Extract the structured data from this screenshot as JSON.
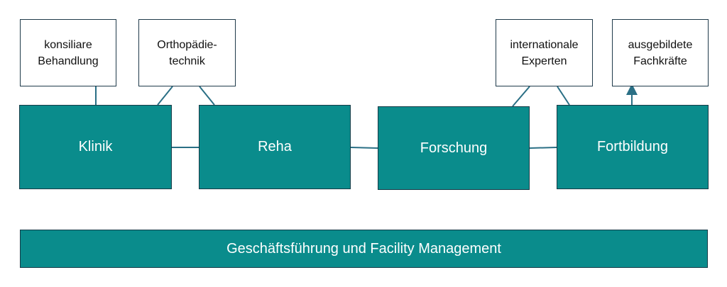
{
  "colors": {
    "fill": "#0a8c8c",
    "stroke": "#173b47",
    "connector": "#2a6f85"
  },
  "main_boxes": [
    {
      "id": "klinik",
      "label": "Klinik"
    },
    {
      "id": "reha",
      "label": "Reha"
    },
    {
      "id": "forschung",
      "label": "Forschung"
    },
    {
      "id": "fortbildung",
      "label": "Fortbildung"
    }
  ],
  "note_boxes": [
    {
      "id": "konsiliare",
      "label": "konsiliare\nBehandlung"
    },
    {
      "id": "orthopaedie",
      "label": "Orthopädie-\ntechnik"
    },
    {
      "id": "experten",
      "label": "internationale\nExperten"
    },
    {
      "id": "fachkraefte",
      "label": "ausgebildete\nFachkräfte"
    }
  ],
  "bottom_bar": {
    "label": "Geschäftsführung und Facility Management"
  }
}
